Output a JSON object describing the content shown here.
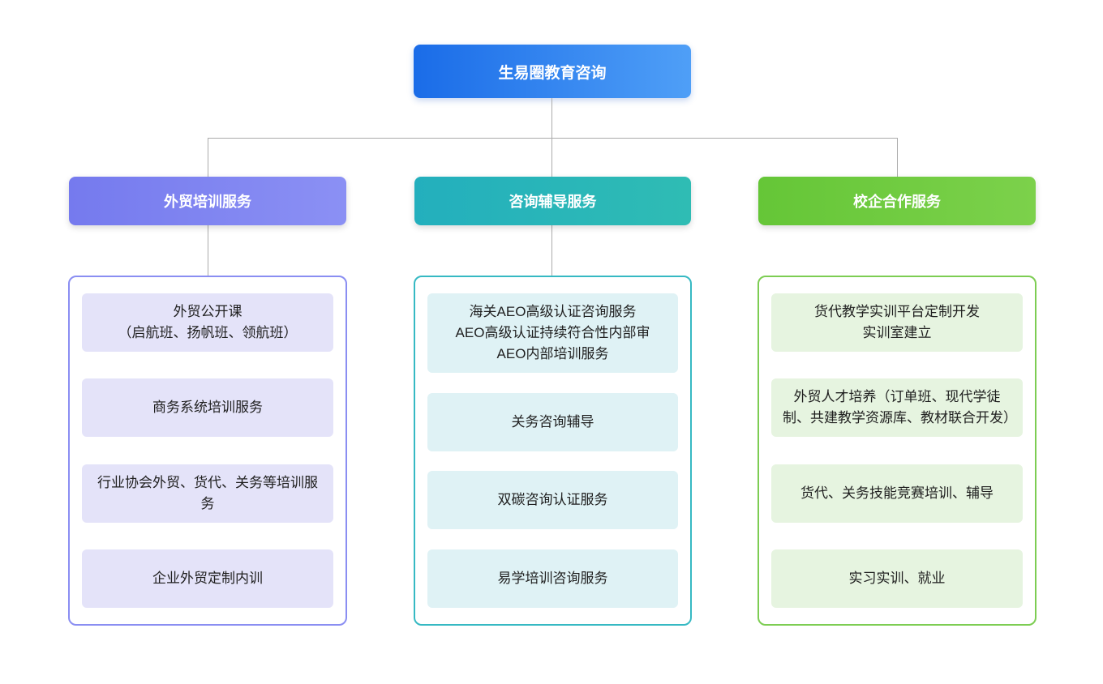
{
  "root": {
    "label": "生易圈教育咨询",
    "color_start": "#1a6ce8",
    "color_end": "#4f9ff7"
  },
  "connector_color": "#ababab",
  "branches": [
    {
      "header": "外贸培训服务",
      "color": "#7d81ef",
      "leaf_bg": "#e4e3f9",
      "children": [
        "外贸公开课\n（启航班、扬帆班、领航班）",
        "商务系统培训服务",
        "行业协会外贸、货代、关务等培训服务",
        "企业外贸定制内训"
      ]
    },
    {
      "header": "咨询辅导服务",
      "color": "#28b4be",
      "leaf_bg": "#dff2f5",
      "children": [
        "海关AEO高级认证咨询服务\nAEO高级认证持续符合性内部审\nAEO内部培训服务",
        "关务咨询辅导",
        "双碳咨询认证服务",
        "易学培训咨询服务"
      ]
    },
    {
      "header": "校企合作服务",
      "color": "#6ec93f",
      "leaf_bg": "#e6f4e0",
      "children": [
        "货代教学实训平台定制开发\n实训室建立",
        "外贸人才培养（订单班、现代学徒制、共建教学资源库、教材联合开发）",
        "货代、关务技能竞赛培训、辅导",
        "实习实训、就业"
      ]
    }
  ]
}
